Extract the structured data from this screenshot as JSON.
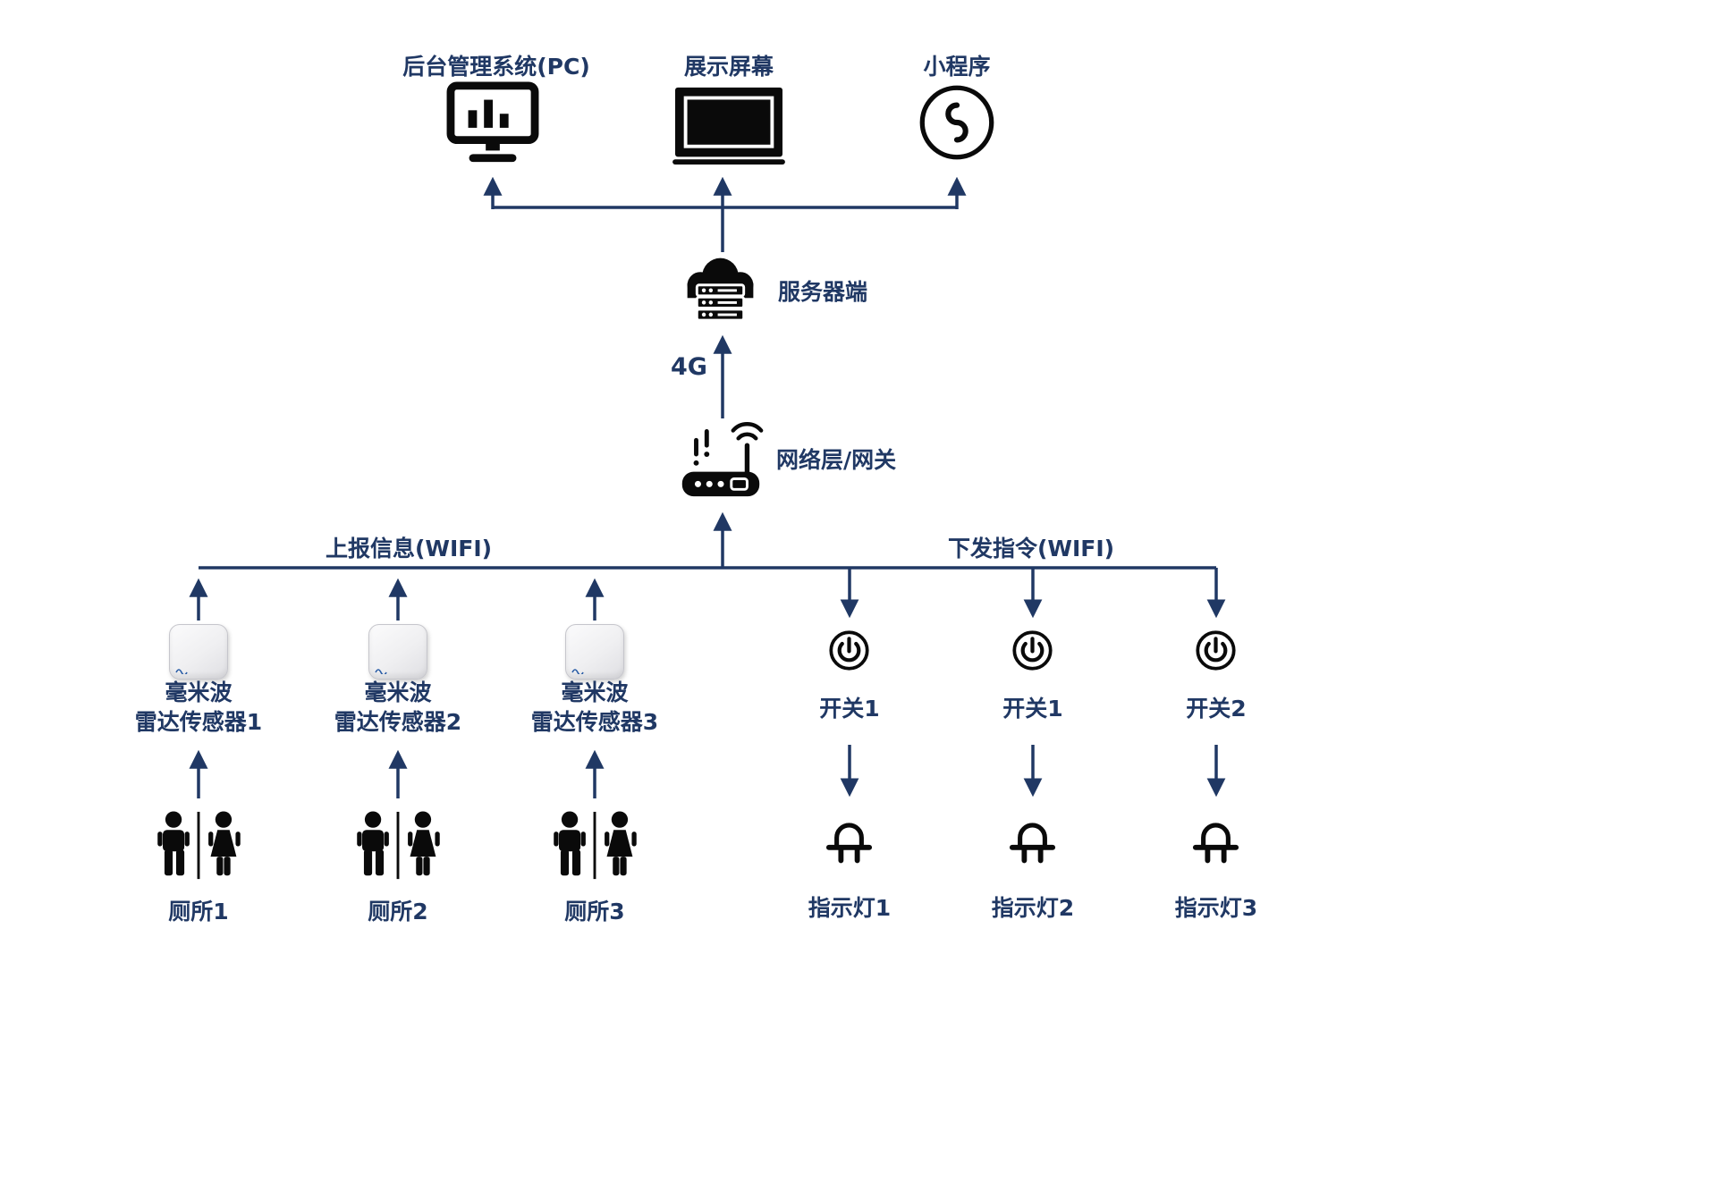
{
  "colors": {
    "accent": "#203864",
    "icon": "#0a0a0a"
  },
  "top_nodes": [
    {
      "label": "后台管理系统(PC)"
    },
    {
      "label": "展示屏幕"
    },
    {
      "label": "小程序"
    }
  ],
  "server": {
    "label": "服务器端"
  },
  "link_4g": "4G",
  "gateway": {
    "label": "网络层/网关"
  },
  "branches": {
    "left": "上报信息(WIFI)",
    "right": "下发指令(WIFI)"
  },
  "sensors": [
    {
      "line1": "毫米波",
      "line2": "雷达传感器1",
      "source": "厕所1"
    },
    {
      "line1": "毫米波",
      "line2": "雷达传感器2",
      "source": "厕所2"
    },
    {
      "line1": "毫米波",
      "line2": "雷达传感器3",
      "source": "厕所3"
    }
  ],
  "switches": [
    {
      "label": "开关1",
      "target": "指示灯1"
    },
    {
      "label": "开关1",
      "target": "指示灯2"
    },
    {
      "label": "开关2",
      "target": "指示灯3"
    }
  ]
}
